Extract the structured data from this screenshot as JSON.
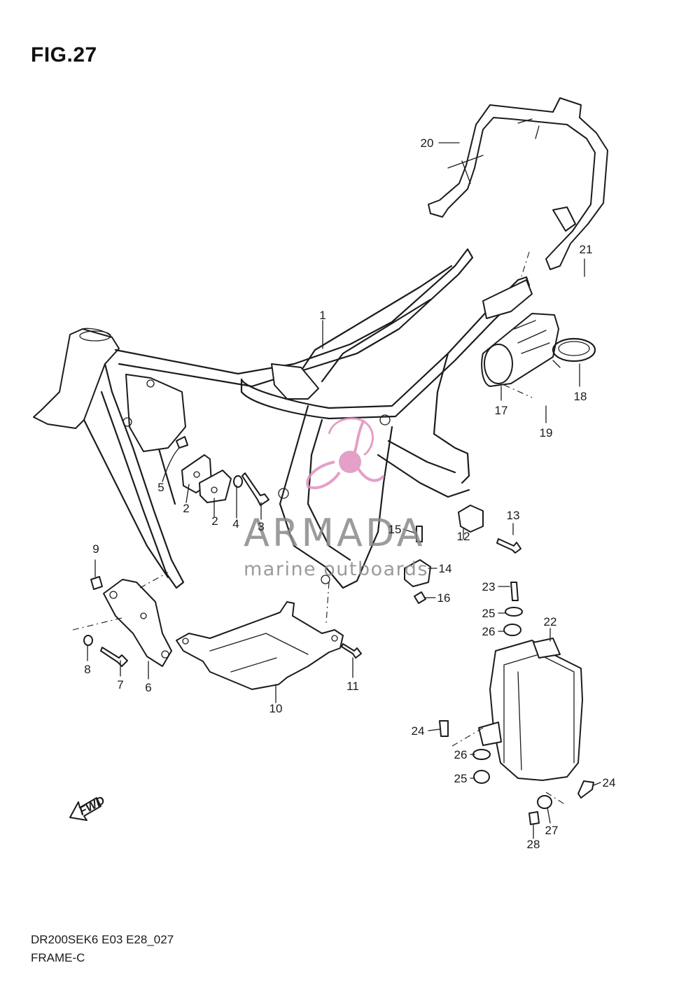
{
  "figure": {
    "title": "FIG.27",
    "model_code": "DR200SEK6 E03 E28_027",
    "section": "FRAME-C"
  },
  "watermark": {
    "brand": "ARMADA",
    "tagline": "marine outboards",
    "brand_color": "#8a8a8a",
    "logo_color": "#e090bd"
  },
  "fwd_label": "FWD",
  "callouts": [
    "1",
    "2",
    "2",
    "3",
    "4",
    "5",
    "6",
    "7",
    "8",
    "9",
    "10",
    "11",
    "12",
    "13",
    "14",
    "15",
    "16",
    "17",
    "18",
    "19",
    "20",
    "21",
    "22",
    "23",
    "24",
    "24",
    "25",
    "25",
    "26",
    "26",
    "27",
    "28"
  ]
}
